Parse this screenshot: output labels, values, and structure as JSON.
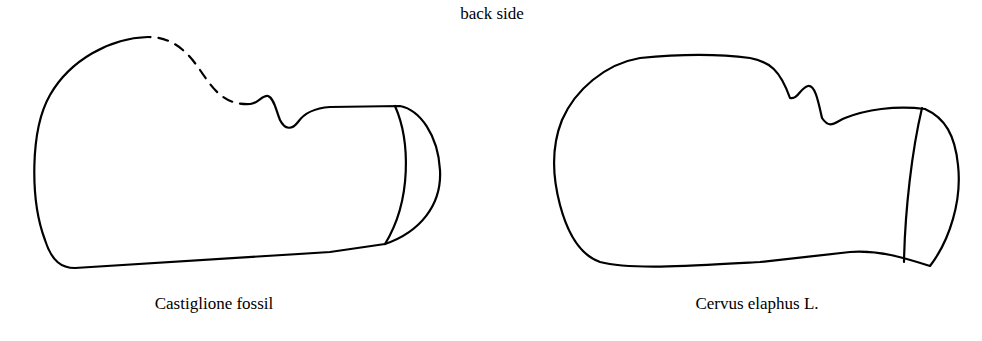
{
  "diagram": {
    "labels": [
      "back side",
      "Castiglione fossil",
      "Cervus elaphus L."
    ]
  }
}
